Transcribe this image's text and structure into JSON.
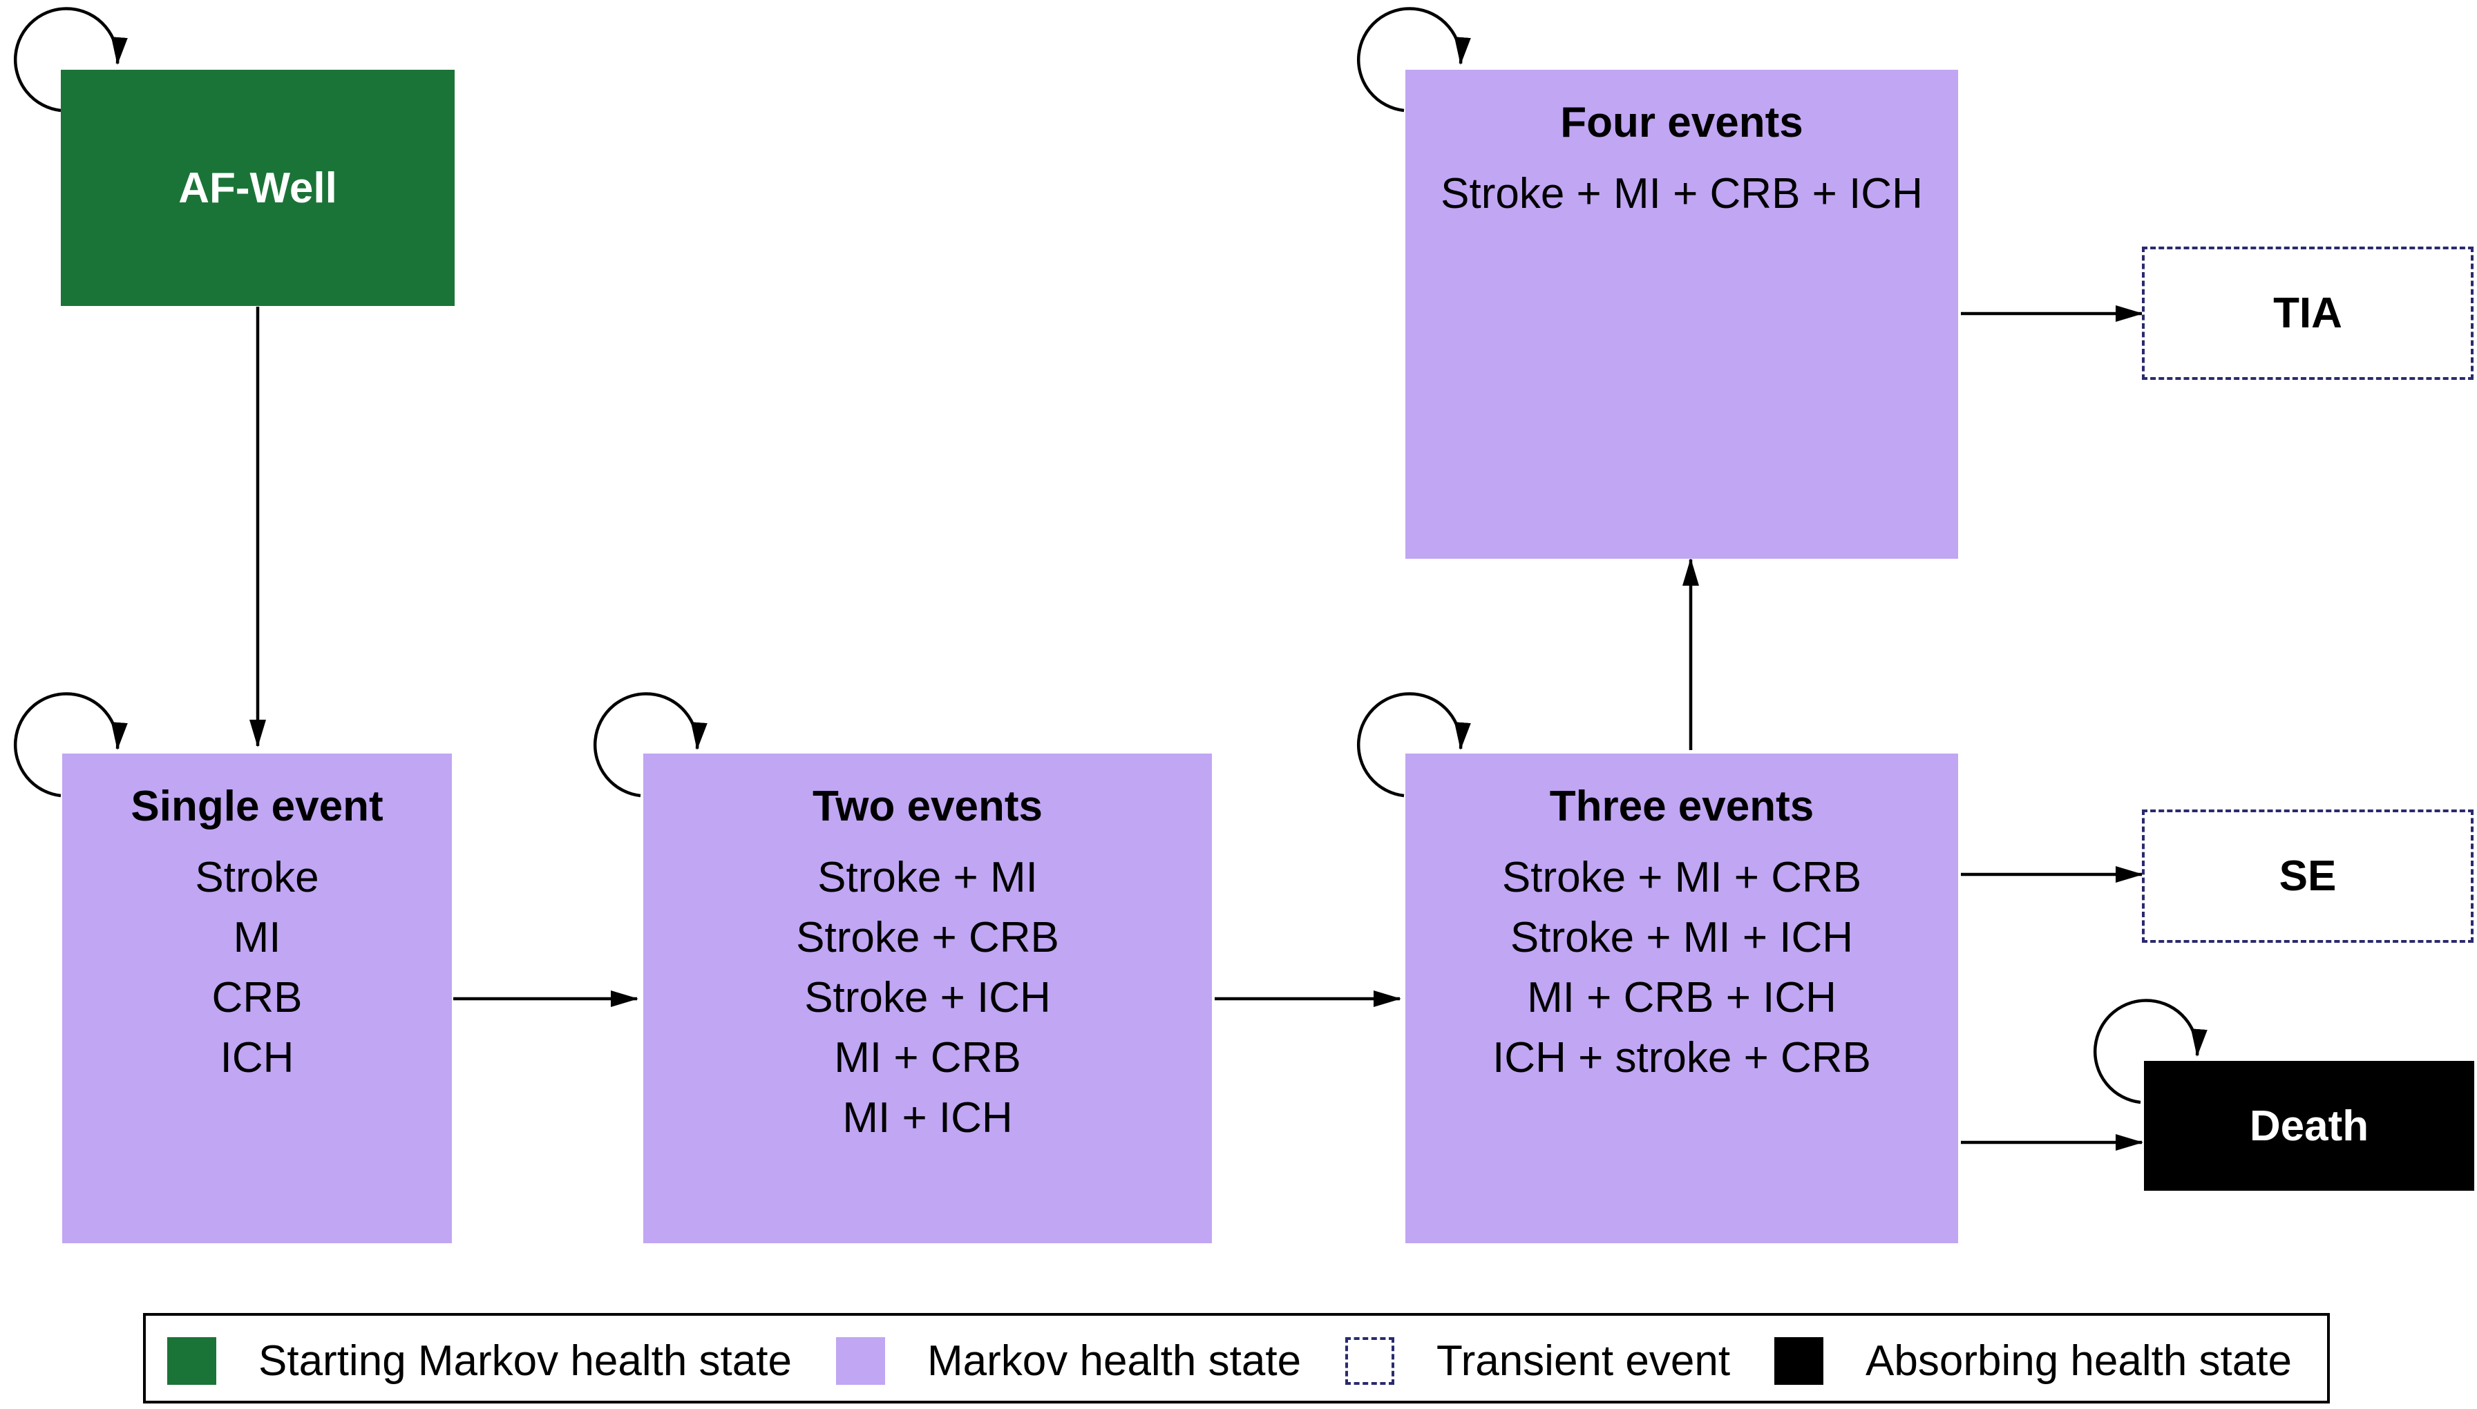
{
  "states": {
    "af_well": {
      "title": "AF-Well"
    },
    "single": {
      "title": "Single event",
      "items": [
        "Stroke",
        "MI",
        "CRB",
        "ICH"
      ]
    },
    "two": {
      "title": "Two events",
      "items": [
        "Stroke + MI",
        "Stroke + CRB",
        "Stroke + ICH",
        "MI + CRB",
        "MI + ICH"
      ]
    },
    "three": {
      "title": "Three events",
      "items": [
        "Stroke + MI + CRB",
        "Stroke + MI + ICH",
        "MI + CRB + ICH",
        "ICH + stroke + CRB"
      ]
    },
    "four": {
      "title": "Four events",
      "items": [
        "Stroke + MI + CRB + ICH"
      ]
    },
    "tia": {
      "title": "TIA"
    },
    "se": {
      "title": "SE"
    },
    "death": {
      "title": "Death"
    }
  },
  "legend": [
    {
      "label": "Starting Markov health state",
      "color": "#1b7437",
      "style": "solid"
    },
    {
      "label": "Markov health state",
      "color": "#c0a6f3",
      "style": "solid"
    },
    {
      "label": "Transient event",
      "color": "#2a2a6e",
      "style": "dashed"
    },
    {
      "label": "Absorbing health state",
      "color": "#000000",
      "style": "solid"
    }
  ]
}
